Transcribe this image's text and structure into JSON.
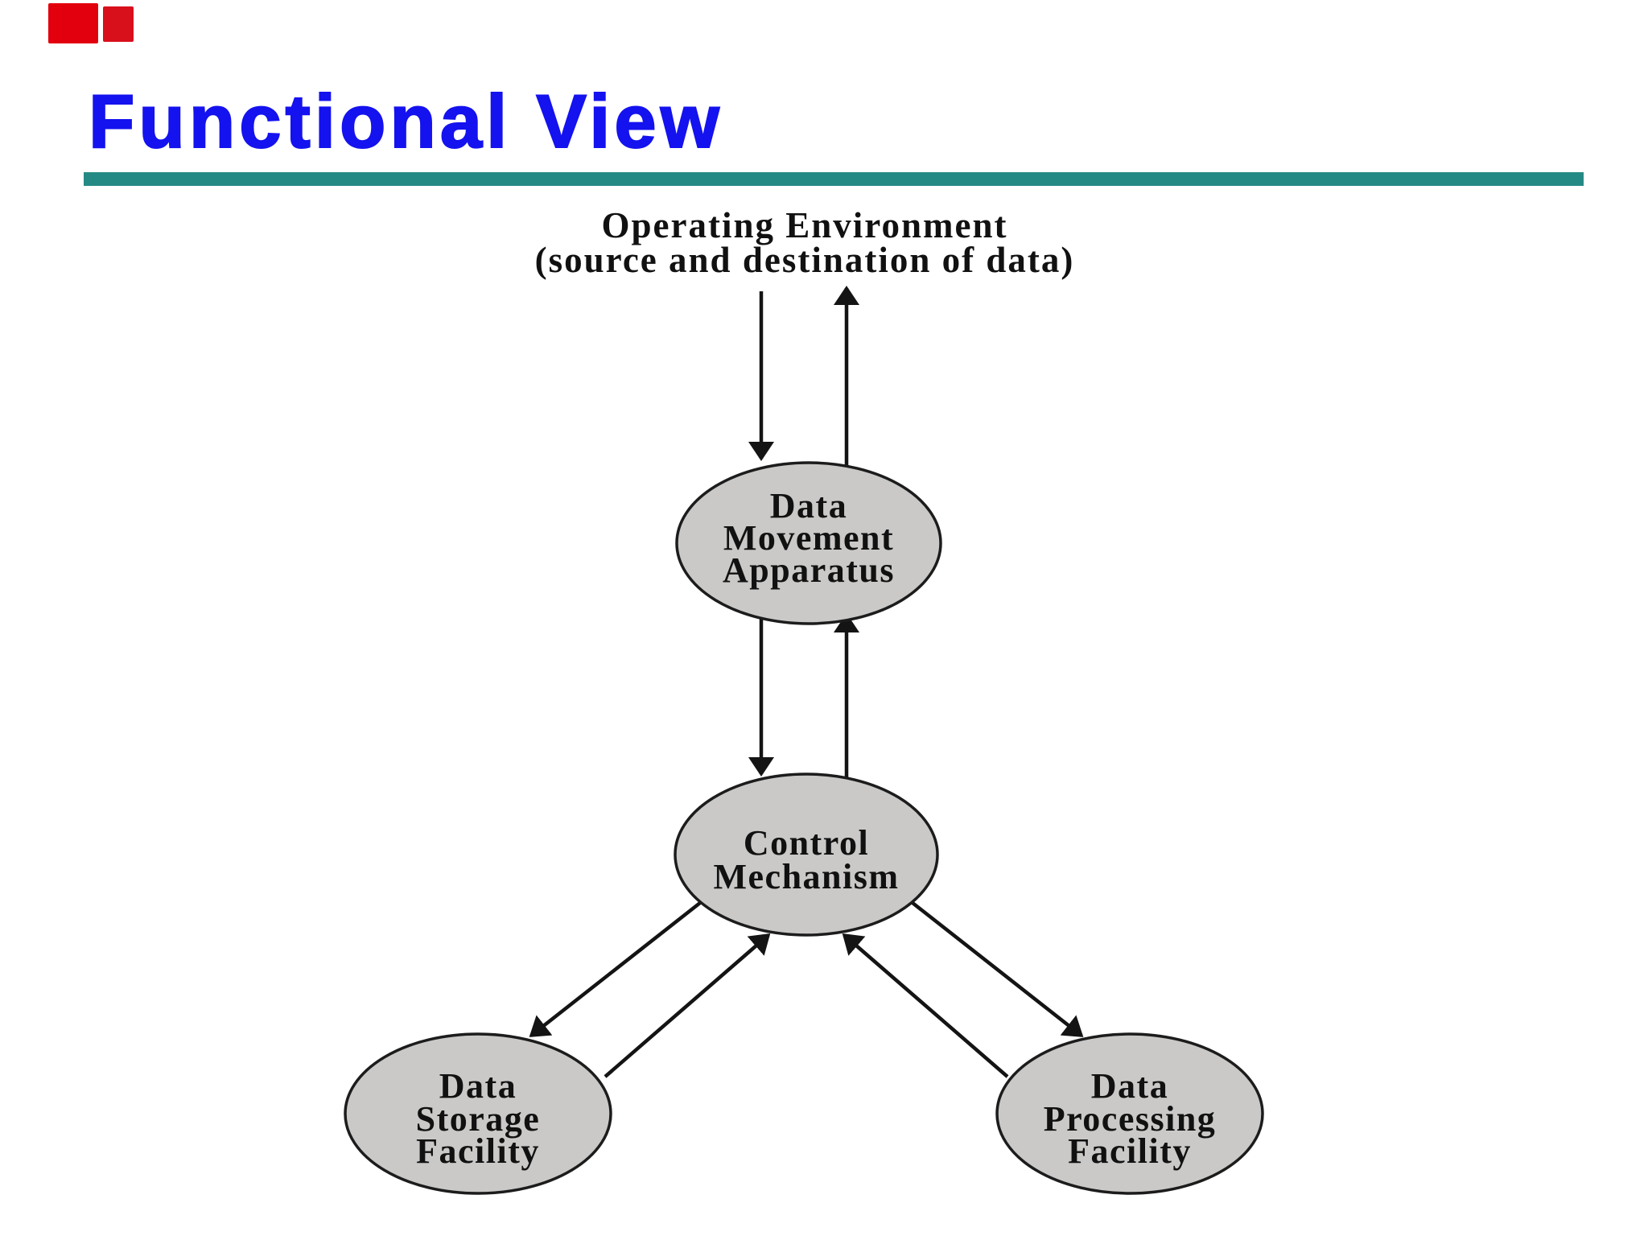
{
  "title": "Functional View",
  "colors": {
    "title_blue": "#1412ee",
    "divider_teal": "#268a84",
    "node_fill": "#cac9c7",
    "node_stroke": "#1c1c1c",
    "ink": "#141414",
    "corner_mark_red": "#e3000e"
  },
  "diagram": {
    "environment_label": [
      "Operating Environment",
      "(source and destination of data)"
    ],
    "nodes": {
      "data_movement": {
        "lines": [
          "Data",
          "Movement",
          "Apparatus"
        ]
      },
      "control": {
        "lines": [
          "Control",
          "Mechanism"
        ]
      },
      "data_storage": {
        "lines": [
          "Data",
          "Storage",
          "Facility"
        ]
      },
      "data_processing": {
        "lines": [
          "Data",
          "Processing",
          "Facility"
        ]
      }
    },
    "flows": [
      {
        "from": "Operating Environment",
        "to": "Data Movement Apparatus"
      },
      {
        "from": "Data Movement Apparatus",
        "to": "Operating Environment"
      },
      {
        "from": "Data Movement Apparatus",
        "to": "Control Mechanism"
      },
      {
        "from": "Control Mechanism",
        "to": "Data Movement Apparatus"
      },
      {
        "from": "Control Mechanism",
        "to": "Data Storage Facility"
      },
      {
        "from": "Data Storage Facility",
        "to": "Control Mechanism"
      },
      {
        "from": "Control Mechanism",
        "to": "Data Processing Facility"
      },
      {
        "from": "Data Processing Facility",
        "to": "Control Mechanism"
      }
    ]
  }
}
